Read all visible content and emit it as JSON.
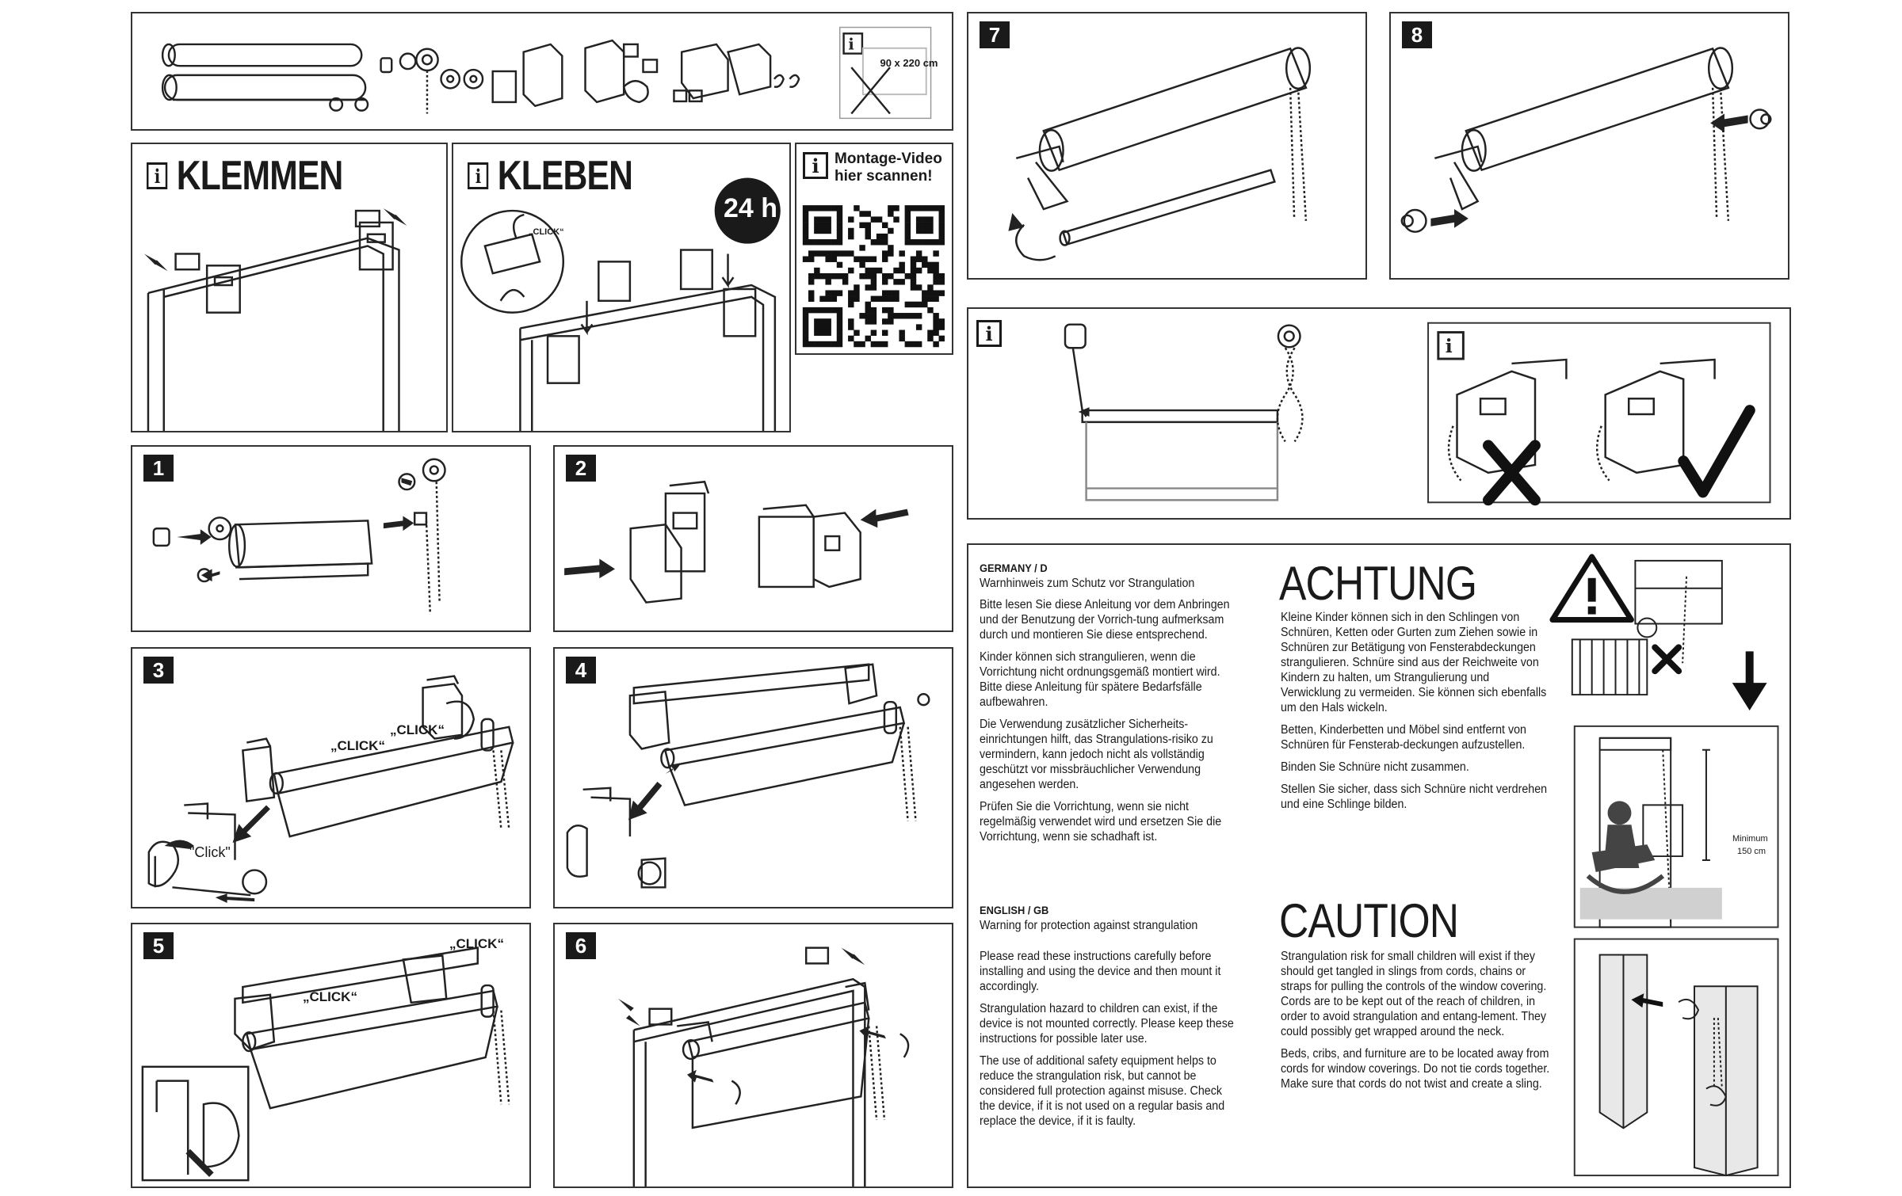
{
  "top_box": {
    "size_label": "90 x 220 cm"
  },
  "klemmen": {
    "title": "KLEMMEN"
  },
  "kleben": {
    "title": "KLEBEN",
    "badge": "24 h",
    "click": "„CLICK“"
  },
  "video": {
    "line1": "Montage-Video",
    "line2": "hier scannen!"
  },
  "steps": [
    "1",
    "2",
    "3",
    "4",
    "5",
    "6",
    "7",
    "8"
  ],
  "step3": {
    "click1": "„CLICK“",
    "click2": "„CLICK“",
    "click3": "\"Click\""
  },
  "step5": {
    "click1": "„CLICK“",
    "click2": "„CLICK“"
  },
  "info_label": "i",
  "warning": {
    "de": {
      "head": "GERMANY / D",
      "sub": "Warnhinweis zum Schutz vor Strangulation",
      "p1": "Bitte lesen Sie diese Anleitung vor dem Anbringen und der Benutzung der Vorrich-tung aufmerksam durch und montieren Sie diese entsprechend.",
      "p2": "Kinder können sich strangulieren, wenn die Vorrichtung nicht ordnungsgemäß montiert wird. Bitte diese Anleitung für spätere Bedarfsfälle aufbewahren.",
      "p3": "Die Verwendung zusätzlicher Sicherheits-einrichtungen hilft, das Strangulations-risiko zu vermindern, kann jedoch nicht als vollständig geschützt vor missbräuchlicher Verwendung angesehen werden.",
      "p4": "Prüfen Sie die Vorrichtung, wenn sie nicht regelmäßig verwendet wird und ersetzen Sie die Vorrichtung, wenn sie schadhaft ist."
    },
    "en": {
      "head": "ENGLISH / GB",
      "sub": "Warning for protection against strangulation",
      "p1": "Please read these instructions carefully before installing and using the device and then mount it accordingly.",
      "p2": "Strangulation hazard to children can exist, if the device is not mounted correctly. Please keep these instructions for possible later use.",
      "p3": "The use of additional safety equipment helps to reduce the strangulation risk, but cannot be considered full protection against misuse. Check the device, if it is not used on a regular basis and replace the device, if it is faulty."
    },
    "achtung": {
      "title": "ACHTUNG",
      "p1": "Kleine Kinder können sich in den Schlingen von Schnüren, Ketten oder Gurten zum Ziehen sowie in Schnüren zur Betätigung von Fensterabdeckungen strangulieren. Schnüre sind aus der Reichweite von Kindern zu halten, um Strangulierung und Verwicklung zu vermeiden. Sie können sich ebenfalls um den Hals wickeln.",
      "p2": "Betten, Kinderbetten und Möbel sind entfernt von Schnüren für Fensterab-deckungen aufzustellen.",
      "p3": "Binden Sie Schnüre nicht zusammen.",
      "p4": "Stellen Sie sicher, dass sich Schnüre nicht verdrehen und eine Schlinge bilden."
    },
    "caution": {
      "title": "CAUTION",
      "p1": "Strangulation risk for small children will exist if they should get tangled in slings from cords, chains or straps for pulling the controls of the window covering. Cords are to be kept out of the reach of children, in order to avoid strangulation and entang-lement. They could possibly get wrapped around the neck.",
      "p2": "Beds, cribs, and furniture are to be located away from cords for window coverings. Do not tie cords together. Make sure that cords do not twist and create a sling."
    },
    "minimum_label": "Minimum",
    "minimum_value": "150 cm"
  }
}
